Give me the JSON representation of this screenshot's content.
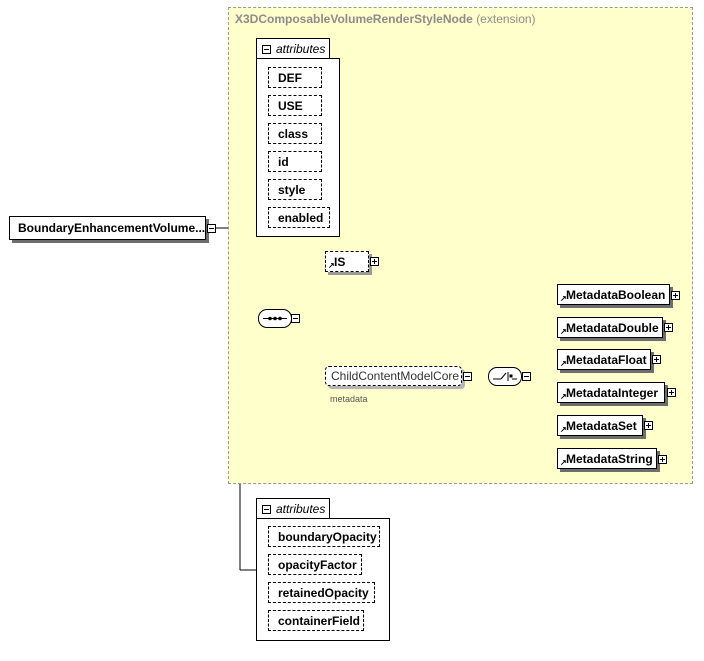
{
  "extension_title": "X3DComposableVolumeRenderStyleNode",
  "extension_suffix": "(extension)",
  "root_element": "BoundaryEnhancementVolume...",
  "attributes_label": "attributes",
  "base_attributes": [
    "DEF",
    "USE",
    "class",
    "id",
    "style",
    "enabled"
  ],
  "is_element": "IS",
  "child_group": "ChildContentModelCore",
  "child_group_sublabel": "metadata",
  "metadata_elements": [
    "MetadataBoolean",
    "MetadataDouble",
    "MetadataFloat",
    "MetadataInteger",
    "MetadataSet",
    "MetadataString"
  ],
  "own_attributes_label": "attributes",
  "own_attributes": [
    "boundaryOpacity",
    "opacityFactor",
    "retainedOpacity",
    "containerField"
  ]
}
